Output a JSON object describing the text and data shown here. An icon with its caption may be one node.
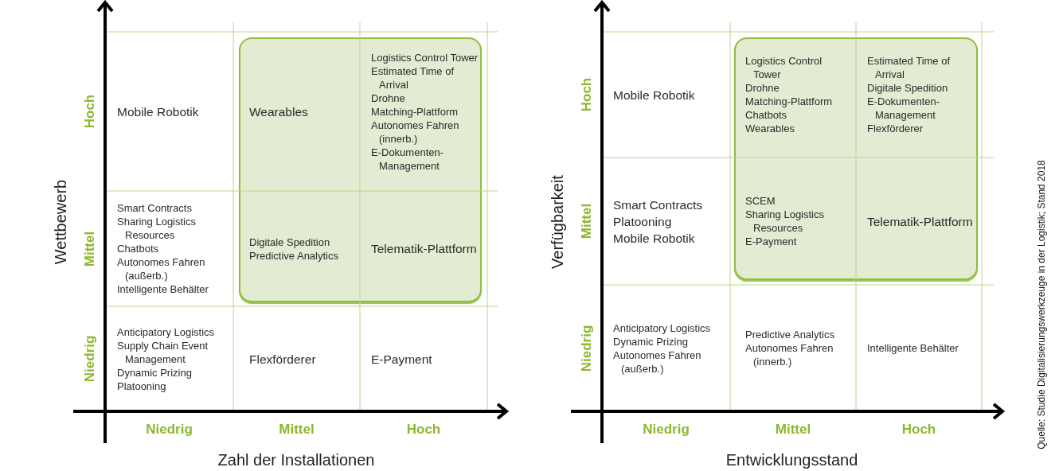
{
  "diagram": {
    "labels": [
      "Wettbewerb",
      "Hoch",
      "Mobile Robotik",
      "Wearables",
      "Logistics Control Tower",
      "Estimated Time of Arrival",
      "Drohne",
      "Matching-Plattform",
      "Autonomes Fahren (innerb.)",
      "E-Dokumenten-Management",
      "Mittel",
      "Smart Contracts",
      "Sharing Logistics Resources",
      "Chatbots",
      "Autonomes Fahren (außerb.)",
      "Intelligente Behälter",
      "Digitale Spedition",
      "Predictive Analytics",
      "Telematik-Plattform",
      "Niedrig",
      "Anticipatory Logistics",
      "Supply Chain Event Management",
      "Dynamic Prizing",
      "Platooning",
      "Flexförderer",
      "E-Payment",
      "Niedrig",
      "Mittel",
      "Hoch",
      "Zahl der Installationen",
      "Verfügbarkeit",
      "Hoch",
      "Mobile Robotik",
      "Logistics Control Tower",
      "Drohne",
      "Matching-Plattform",
      "Chatbots",
      "Wearables",
      "Estimated Time of Arrival",
      "Digitale Spedition",
      "E-Dokumenten-Management",
      "Flexförderer",
      "Mittel",
      "Smart Contracts",
      "Platooning",
      "Mobile Robotik",
      "SCEM",
      "Sharing Logistics Resources",
      "E-Payment",
      "Telematik-Plattform",
      "Niedrig",
      "Anticipatory Logistics",
      "Dynamic Prizing",
      "Autonomes Fahren (außerb.)",
      "Predictive Analytics",
      "Autonomes Fahren (innerb.)",
      "Intelligente Behälter",
      "Niedrig",
      "Mittel",
      "Hoch",
      "Entwicklungsstand",
      "Quelle: Studie Digitalisierungswerkzeuge in der Logistik; Stand 2018"
    ]
  }
}
